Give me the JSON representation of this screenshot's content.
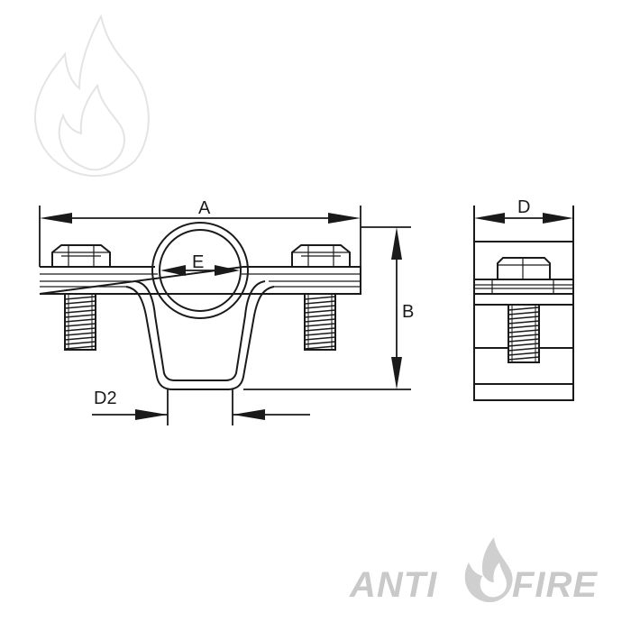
{
  "dimensions": {
    "a": "A",
    "b": "B",
    "d": "D",
    "d2": "D2",
    "e": "E"
  },
  "brand": {
    "left_word": "ANTI",
    "right_word": "FIRE"
  },
  "icons": {
    "watermark": "flame-watermark-icon",
    "logo": "flame-logo-icon"
  }
}
